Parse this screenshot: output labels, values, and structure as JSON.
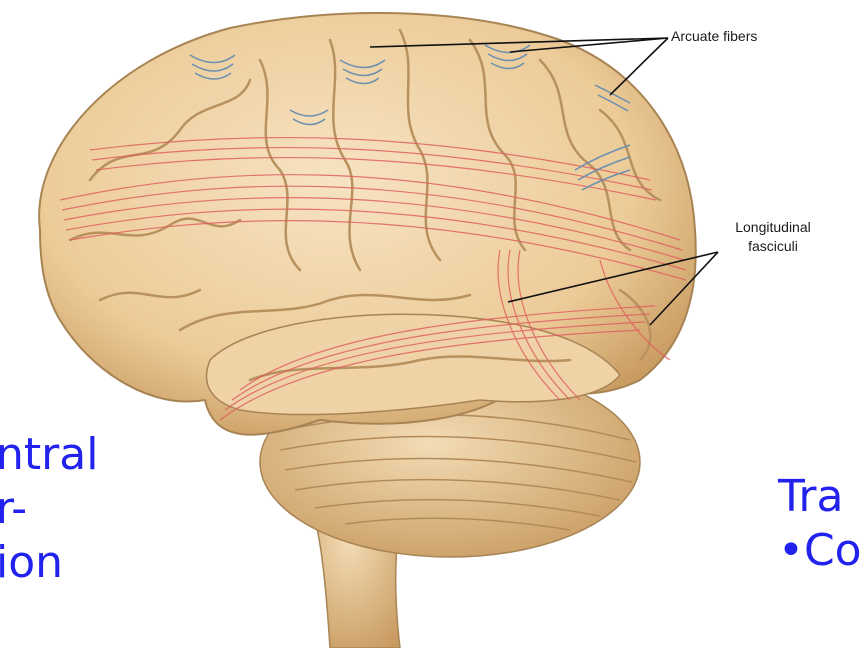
{
  "labels": {
    "arcuate": "Arcuate fibers",
    "longitudinal_1": "Longitudinal",
    "longitudinal_2": "fasciculi"
  },
  "slide_text": {
    "left_line_1": "ntral",
    "left_line_2": "r-",
    "left_line_3": "ion",
    "right_line_1": "Tra",
    "right_line_2": "•Co"
  },
  "colors": {
    "brain": "#f0d3a8",
    "brain_shadow": "#c9a06a",
    "fibers_red": "#e06060",
    "fibers_blue": "#6a8fb0",
    "slide_text": "#2222ee"
  }
}
